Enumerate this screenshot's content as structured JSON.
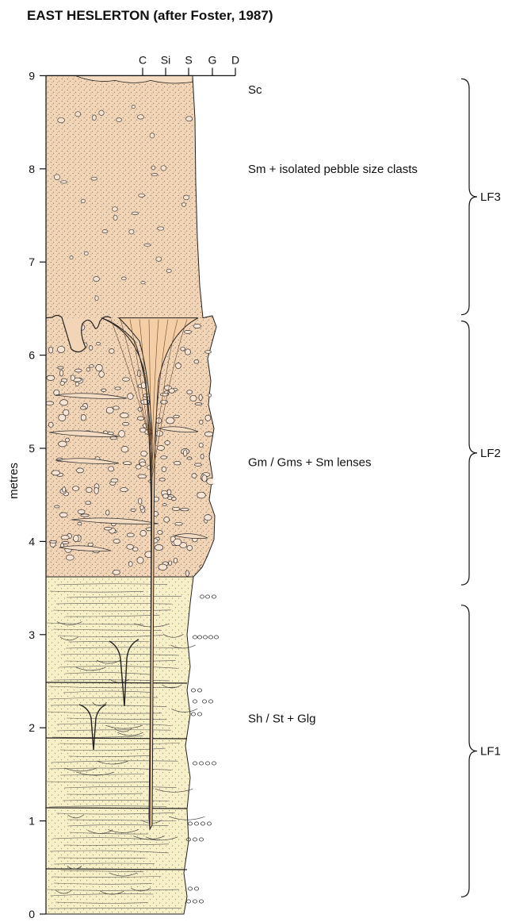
{
  "title": "EAST HESLERTON (after Foster, 1987)",
  "y_axis": {
    "label": "metres",
    "min": 0,
    "max": 9,
    "ticks": [
      "0",
      "1",
      "2",
      "3",
      "4",
      "5",
      "6",
      "7",
      "8",
      "9"
    ]
  },
  "grain_scale": [
    "C",
    "Si",
    "S",
    "G",
    "D"
  ],
  "facies_labels": [
    {
      "text": "Sc",
      "height_m": 8.85
    },
    {
      "text": "Sm  + isolated pebble size clasts",
      "height_m": 8.0
    },
    {
      "text": "Gm / Gms + Sm lenses",
      "height_m": 4.85
    },
    {
      "text": "Sh / St + Glg",
      "height_m": 2.1
    }
  ],
  "units": [
    {
      "name": "LF3",
      "base_m": 6.4,
      "top_m": 9.0
    },
    {
      "name": "LF2",
      "base_m": 3.5,
      "top_m": 6.4
    },
    {
      "name": "LF1",
      "base_m": 0.15,
      "top_m": 3.35
    }
  ],
  "colors": {
    "upper_fill": "#f2d4b6",
    "lower_fill": "#f7efc7",
    "wedge_fill": "#f4cfa6",
    "ink": "#222222"
  }
}
